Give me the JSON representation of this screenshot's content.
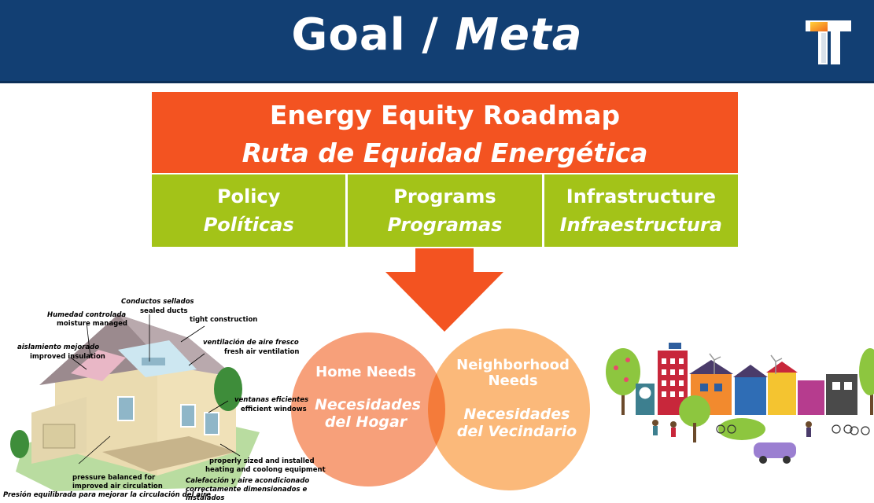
{
  "header": {
    "title_en": "Goal /",
    "title_es": "Meta",
    "logo_icon": "tt-logo-icon",
    "bg_color": "#123f73"
  },
  "roadmap": {
    "title_en": "Energy Equity Roadmap",
    "title_es": "Ruta de Equidad Energética",
    "color": "#f35321"
  },
  "pillars": [
    {
      "en": "Policy",
      "es": "Políticas"
    },
    {
      "en": "Programs",
      "es": "Programas"
    },
    {
      "en": "Infrastructure",
      "es": "Infraestructura"
    }
  ],
  "pillar_color": "#a3c318",
  "arrow_icon": "down-arrow-icon",
  "venn": {
    "left": {
      "en": "Home Needs",
      "es_line1": "Necesidades",
      "es_line2": "del Hogar"
    },
    "right": {
      "en_line1": "Neighborhood",
      "en_line2": "Needs",
      "es_line1": "Necesidades",
      "es_line2": "del Vecindario"
    }
  },
  "house_labels": {
    "sealed_ducts_es": "Conductos sellados",
    "sealed_ducts_en": "sealed ducts",
    "humidity_es": "Humedad controlada",
    "humidity_en": "moisture managed",
    "tight": "tight construction",
    "insulation_es": "aislamiento mejorado",
    "insulation_en": "improved insulation",
    "fresh_air_es": "ventilación de aire fresco",
    "fresh_air_en": "fresh air ventilation",
    "windows_es": "ventanas eficientes",
    "windows_en": "efficient windows",
    "hvac_en_1": "properly sized and installed",
    "hvac_en_2": "heating and coolong equipment",
    "pressure_en_1": "pressure balanced for",
    "pressure_en_2": "improved air circulation",
    "hvac_es_1": "Calefacción y aire acondicionado",
    "hvac_es_2": "correctamente dimensionados e instalados",
    "pressure_es": "Presión equilibrada para mejorar la circulación del aire"
  },
  "neighborhood_image": "neighborhood-illustration"
}
